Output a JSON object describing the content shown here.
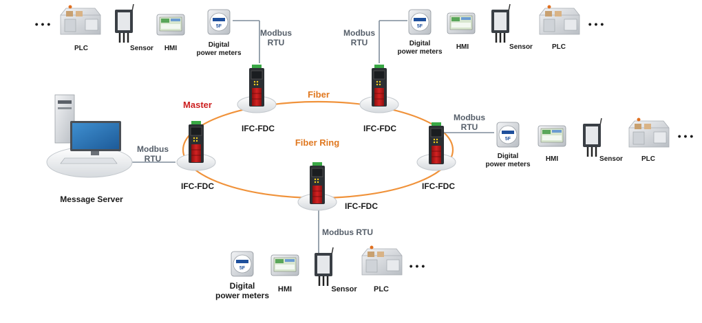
{
  "colors": {
    "fiber": "#f0923a",
    "fiber_label": "#e07820",
    "master": "#cc1f1f",
    "link": "#7f8c9a",
    "link_label": "#555e69",
    "text": "#1a1a1a",
    "device_red": "#c61b1b",
    "device_dark": "#2b2f33"
  },
  "labels": {
    "fiber": "Fiber",
    "fiber_ring": "Fiber Ring",
    "master": "Master"
  },
  "nodes": [
    {
      "label": "IFC-FDC",
      "role": "master"
    },
    {
      "label": "IFC-FDC"
    },
    {
      "label": "IFC-FDC"
    },
    {
      "label": "IFC-FDC"
    },
    {
      "label": "IFC-FDC"
    }
  ],
  "server": {
    "label": "Message Server",
    "icon": "computer-icon"
  },
  "links": [
    {
      "l1": "Modbus",
      "l2": "RTU"
    },
    {
      "l1": "Modbus",
      "l2": "RTU"
    },
    {
      "l1": "Modbus",
      "l2": "RTU"
    },
    {
      "l1": "Modbus",
      "l2": "RTU"
    },
    {
      "l1": "Modbus RTU",
      "l2": ""
    }
  ],
  "devices": {
    "plc": "PLC",
    "sensor": "Sensor",
    "hmi": "HMI",
    "meter_l1": "Digital",
    "meter_l2": "power meters",
    "meter_display": "5F",
    "ellipsis": "• • •"
  }
}
